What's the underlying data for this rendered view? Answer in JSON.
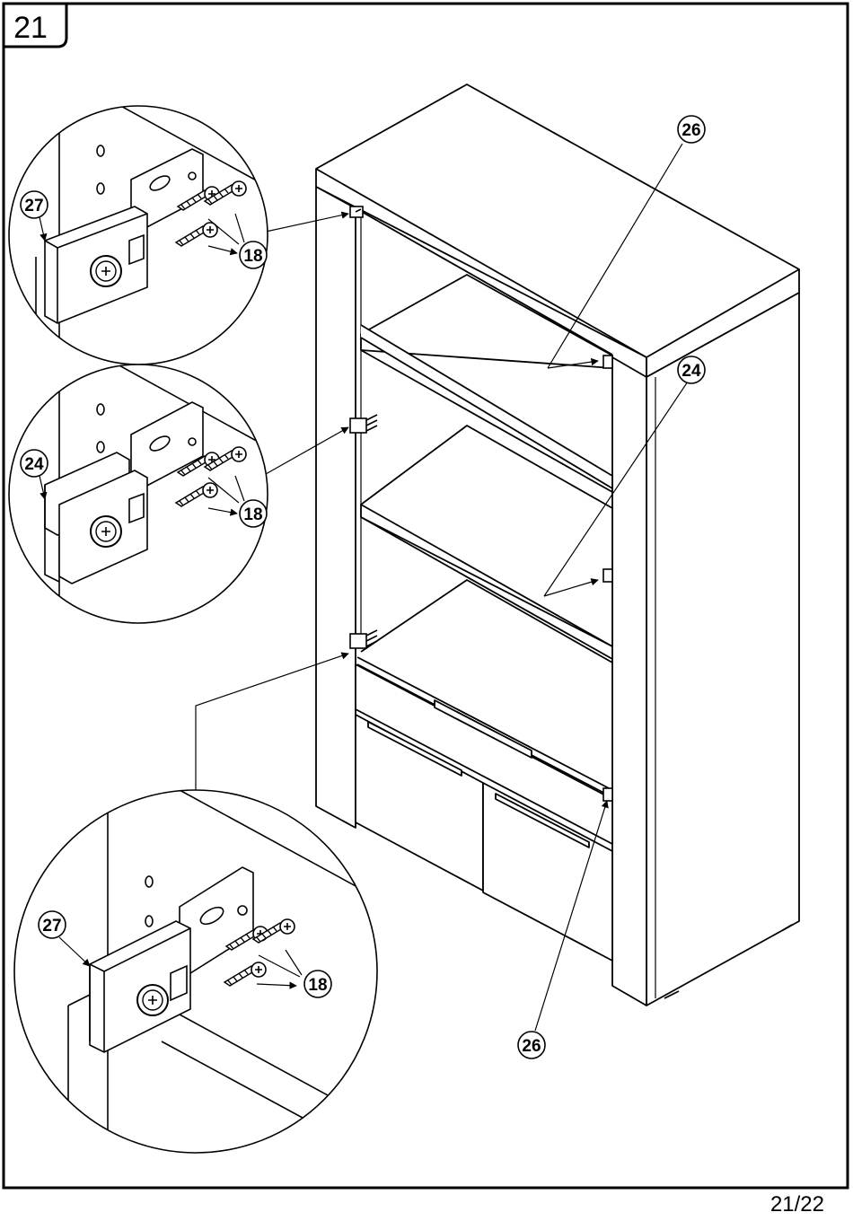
{
  "step_number": "21",
  "page_number": "21/22",
  "callouts": {
    "glass_door_hinge_top": "26",
    "glass_door_hinge_bottom": "26",
    "glass_shelf_holder": "24",
    "detail_top_bracket": "27",
    "detail_top_screws": "18",
    "detail_middle_bracket": "24",
    "detail_middle_screws": "18",
    "detail_bottom_bracket": "27",
    "detail_bottom_screws": "18"
  },
  "colors": {
    "line": "#000000",
    "background": "#ffffff"
  }
}
